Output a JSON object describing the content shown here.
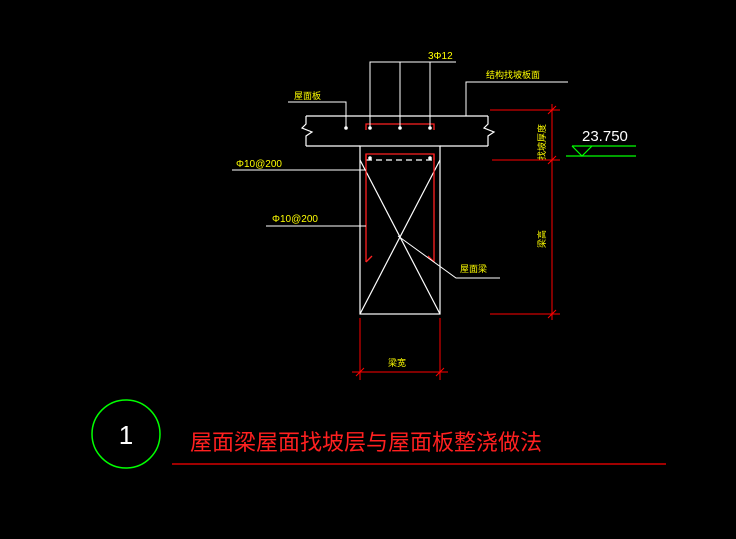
{
  "labels": {
    "top_rebar": "3Φ12",
    "structural_slope_face": "结构找坡板面",
    "roof_slab": "屋面板",
    "stirrup": "Φ10@200",
    "side_bar": "Φ10@200",
    "roof_beam": "屋面梁",
    "slope_thickness": "找坡厚度",
    "beam_height": "梁高",
    "beam_width": "梁宽",
    "elevation": "23.750"
  },
  "detail": {
    "number": "1",
    "title": "屋面梁屋面找坡层与屋面板整浇做法"
  },
  "colors": {
    "background": "#000000",
    "line": "#ffffff",
    "rebar": "#ff2020",
    "text": "#ffff00",
    "dimension": "#ff0000",
    "elevation_mark": "#00ff00",
    "title_text": "#ff2020",
    "title_line": "#ff0000",
    "circle": "#00ff00"
  }
}
